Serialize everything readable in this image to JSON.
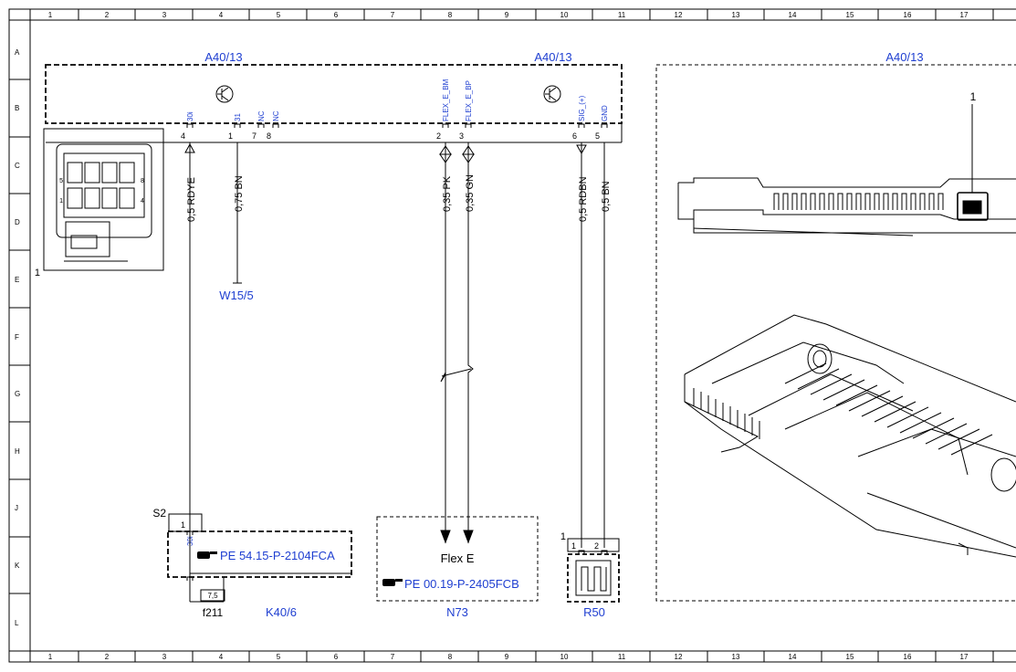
{
  "grid": {
    "cols": [
      "1",
      "2",
      "3",
      "4",
      "5",
      "6",
      "7",
      "8",
      "9",
      "10",
      "11",
      "12",
      "13",
      "14",
      "15",
      "16",
      "17"
    ],
    "rows": [
      "A",
      "B",
      "C",
      "D",
      "E",
      "F",
      "G",
      "H",
      "J",
      "K",
      "L"
    ]
  },
  "components": {
    "a40_left": "A40/13",
    "a40_mid": "A40/13",
    "a40_right": "A40/13",
    "connector_callout": "1",
    "device_callout": "1",
    "w15": "W15/5",
    "s2": "S2",
    "k40": "K40/6",
    "f211": "f211",
    "fuse_value": "7,5",
    "n73": "N73",
    "n73_label": "Flex E",
    "r50": "R50",
    "r50_callout": "1"
  },
  "connector_face": {
    "pin_left_top": "5",
    "pin_left_bot": "1",
    "pin_right_top": "8",
    "pin_right_bot": "4"
  },
  "pins": [
    {
      "num": "4",
      "name": "30i"
    },
    {
      "num": "1",
      "name": "31"
    },
    {
      "num": "7",
      "name": "NC"
    },
    {
      "num": "8",
      "name": "NC"
    },
    {
      "num": "2",
      "name": "FLEX_E_BM"
    },
    {
      "num": "3",
      "name": "FLEX_E_BP"
    },
    {
      "num": "6",
      "name": "SIG_(+)"
    },
    {
      "num": "5",
      "name": "GND"
    }
  ],
  "wires": [
    "0,5 RDYE",
    "0,75 BN",
    "0,35 PK",
    "0,35 GN",
    "0,5 RDBN",
    "0,5 BN"
  ],
  "k40_pin": {
    "num": "1",
    "name": "30i"
  },
  "r50_pins": [
    "1",
    "2"
  ],
  "refs": {
    "k40": "PE 54.15-P-2104FCA",
    "n73": "PE 00.19-P-2405FCB"
  }
}
